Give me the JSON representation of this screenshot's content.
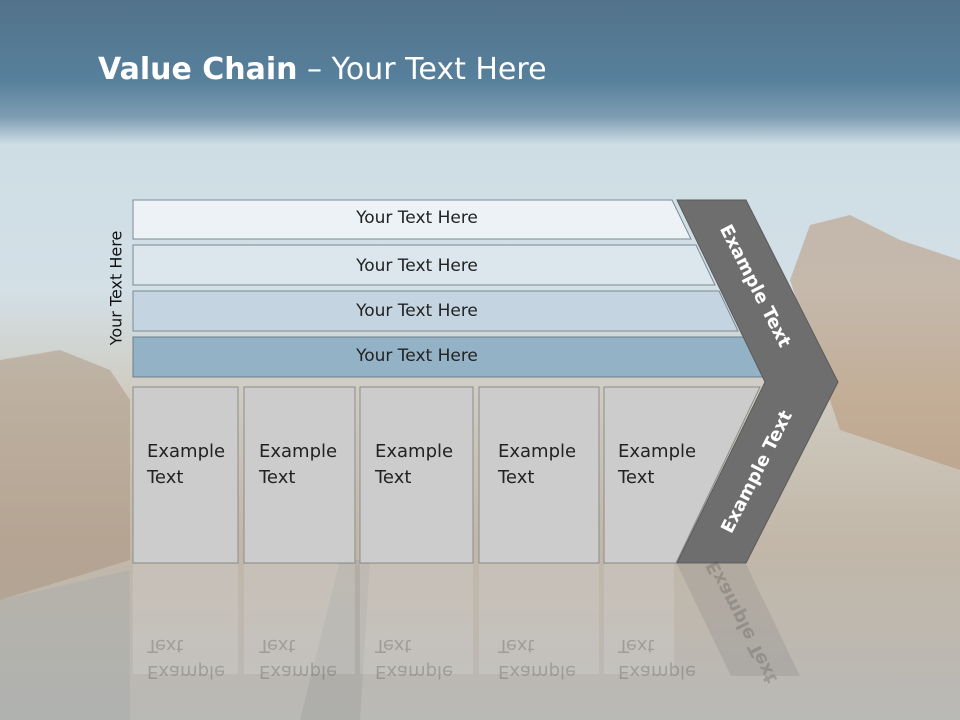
{
  "title": {
    "bold": "Value Chain",
    "rest": " – Your Text Here"
  },
  "side_label": "Your Text Here",
  "rows": [
    {
      "label": "Your Text Here"
    },
    {
      "label": "Your Text Here"
    },
    {
      "label": "Your Text Here"
    },
    {
      "label": "Your Text Here"
    }
  ],
  "boxes": [
    {
      "line1": "Example",
      "line2": "Text"
    },
    {
      "line1": "Example",
      "line2": "Text"
    },
    {
      "line1": "Example",
      "line2": "Text"
    },
    {
      "line1": "Example",
      "line2": "Text"
    },
    {
      "line1": "Example",
      "line2": "Text"
    }
  ],
  "chevron": {
    "upper": "Example Text",
    "lower": "Example Text"
  },
  "colors": {
    "header": "#57809c",
    "row_fills": [
      "#edf2f6",
      "#dce6ed",
      "#c4d5e1",
      "#93b2c6"
    ],
    "box_fill": "#cccccc",
    "chevron_fill": "#6e6e6e"
  }
}
